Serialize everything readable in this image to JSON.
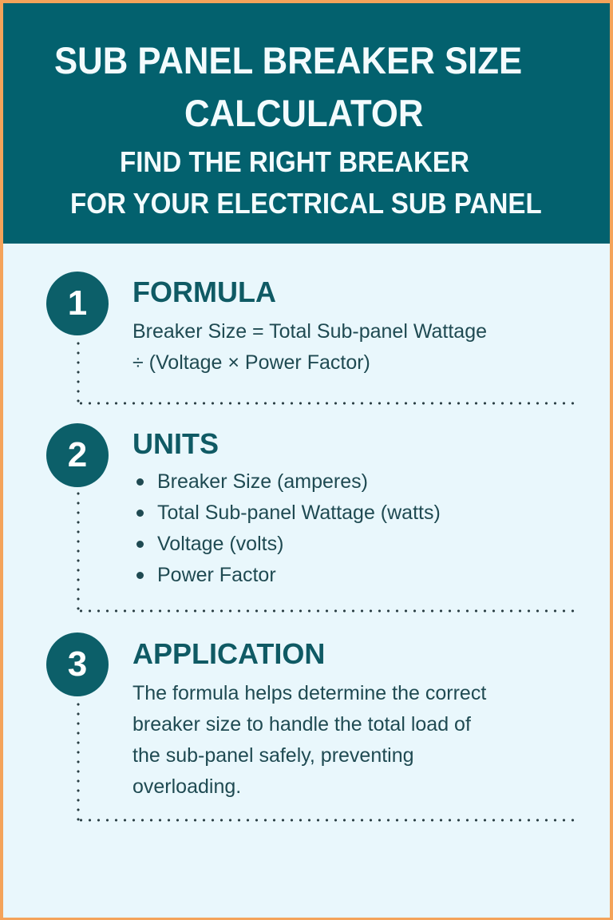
{
  "header": {
    "title_line1": "SUB PANEL BREAKER SIZE",
    "title_line2": "CALCULATOR",
    "subtitle_line1": "FIND THE RIGHT BREAKER",
    "subtitle_line2": "FOR YOUR ELECTRICAL SUB PANEL"
  },
  "steps": [
    {
      "number": "1",
      "title": "FORMULA",
      "lines": [
        "Breaker Size = Total Sub-panel Wattage",
        "÷ (Voltage × Power Factor)"
      ]
    },
    {
      "number": "2",
      "title": "UNITS",
      "bullets": [
        "Breaker Size (amperes)",
        "Total Sub-panel Wattage (watts)",
        "Voltage (volts)",
        "Power Factor"
      ]
    },
    {
      "number": "3",
      "title": "APPLICATION",
      "lines": [
        "The formula helps determine the correct",
        "breaker size to handle the total load of",
        "the sub-panel safely, preventing",
        "overloading."
      ]
    }
  ],
  "colors": {
    "header_bg": "#03616e",
    "page_bg": "#e9f7fc",
    "accent": "#0c5f69",
    "frame": "#f4a35a",
    "text": "#1f4a52"
  }
}
